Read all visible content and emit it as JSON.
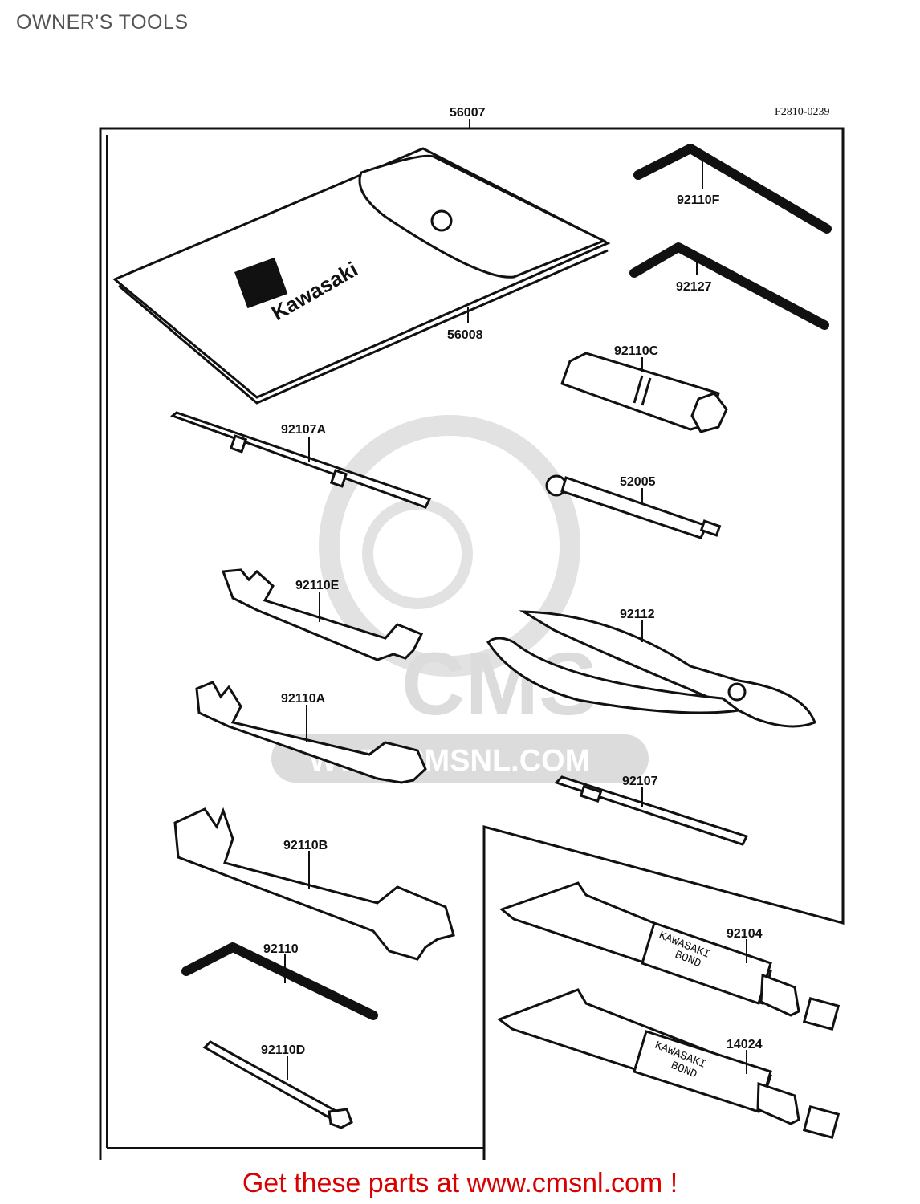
{
  "header": {
    "title": "OWNER'S TOOLS"
  },
  "diagram": {
    "reference_code": "F2810-0239",
    "kit_label": "56007",
    "watermark": {
      "brand": "CMS",
      "url": "WWW.CMSNL.COM"
    },
    "pouch": {
      "label": "56008",
      "logo_text": "Kawasaki"
    },
    "tube_text": {
      "line1": "KAWASAKI",
      "line2": "BOND"
    },
    "parts": {
      "p92110F": "92110F",
      "p92127": "92127",
      "p92110C": "92110C",
      "p92107A": "92107A",
      "p52005": "52005",
      "p92110E": "92110E",
      "p92112": "92112",
      "p92110A": "92110A",
      "p92107": "92107",
      "p92110B": "92110B",
      "p92104": "92104",
      "p92110": "92110",
      "p14024": "14024",
      "p92110D": "92110D"
    }
  },
  "footer": {
    "cta": "Get these parts at www.cmsnl.com !"
  }
}
